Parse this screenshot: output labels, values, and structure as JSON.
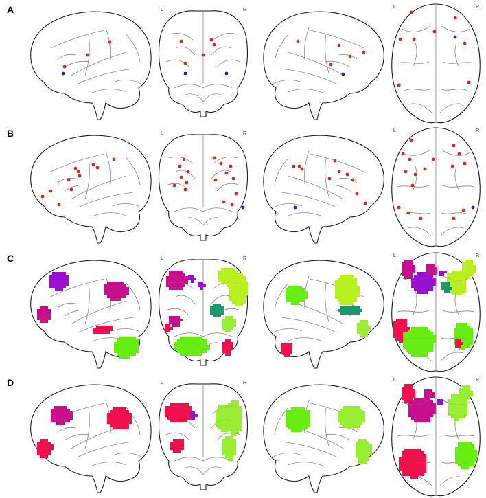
{
  "rows": [
    {
      "label": "A"
    },
    {
      "label": "B"
    },
    {
      "label": "C"
    },
    {
      "label": "D"
    }
  ],
  "orientation": {
    "left": "L",
    "right": "R"
  },
  "colors": {
    "red_node": "#e0201b",
    "blue_node": "#1a22c8",
    "purple": "#9a10d0",
    "magenta": "#c8108c",
    "crimson": "#f0104c",
    "lime": "#66ee10",
    "yellow_green": "#b8f020",
    "light_green": "#98ee30",
    "teal": "#1a9a6a"
  }
}
